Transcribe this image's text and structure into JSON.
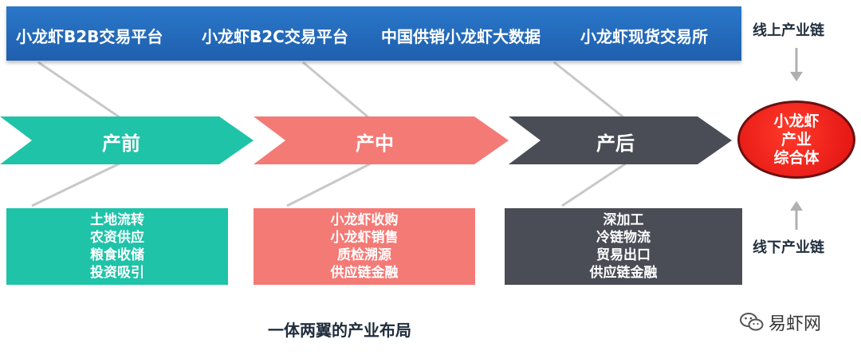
{
  "top_bar": {
    "items": [
      "小龙虾B2B交易平台",
      "小龙虾B2C交易平台",
      "中国供销小龙虾大数据",
      "小龙虾现货交易所"
    ]
  },
  "labels": {
    "online_chain": "线上产业链",
    "offline_chain": "线下产业链"
  },
  "stages": [
    {
      "label": "产前",
      "color": "#1fc3a8",
      "items": [
        "土地流转",
        "农资供应",
        "粮食收储",
        "投资吸引"
      ]
    },
    {
      "label": "产中",
      "color": "#f47a76",
      "items": [
        "小龙虾收购",
        "小龙虾销售",
        "质检溯源",
        "供应链金融"
      ]
    },
    {
      "label": "产后",
      "color": "#4a4d55",
      "items": [
        "深加工",
        "冷链物流",
        "贸易出口",
        "供应链金融"
      ]
    }
  ],
  "hub": {
    "lines": [
      "小龙虾",
      "产业",
      "综合体"
    ],
    "color": "#e81c12"
  },
  "caption": "一体两翼的产业布局",
  "watermark": {
    "text": "易虾网",
    "icon": "wechat-icon"
  }
}
